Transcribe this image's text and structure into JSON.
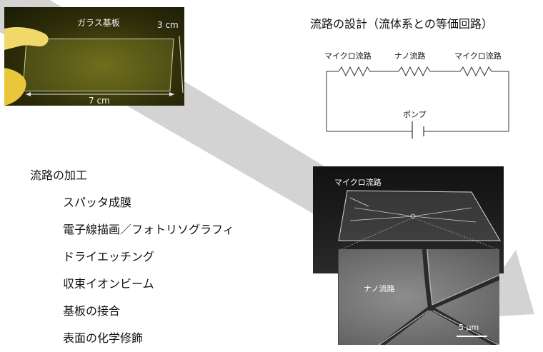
{
  "glass": {
    "label": "ガラス基板",
    "width_label": "3 cm",
    "length_label": "7 cm"
  },
  "circuit": {
    "title": "流路の設計（流体系との等価回路）",
    "resistors": [
      "マイクロ流路",
      "ナノ流路",
      "マイクロ流路"
    ],
    "pump_label": "ポンプ"
  },
  "process": {
    "title": "流路の加工",
    "items": [
      "スパッタ成膜",
      "電子線描画／フォトリソグラフィ",
      "ドライエッチング",
      "収束イオンビーム",
      "基板の接合",
      "表面の化学修飾"
    ]
  },
  "chip": {
    "micro_label": "マイクロ流路",
    "nano_label": "ナノ流路",
    "scale_label": "5 μm"
  },
  "colors": {
    "arrow": "#d3d3d3",
    "glass_glow": "#5b5a12",
    "circuit_line": "#333333"
  }
}
